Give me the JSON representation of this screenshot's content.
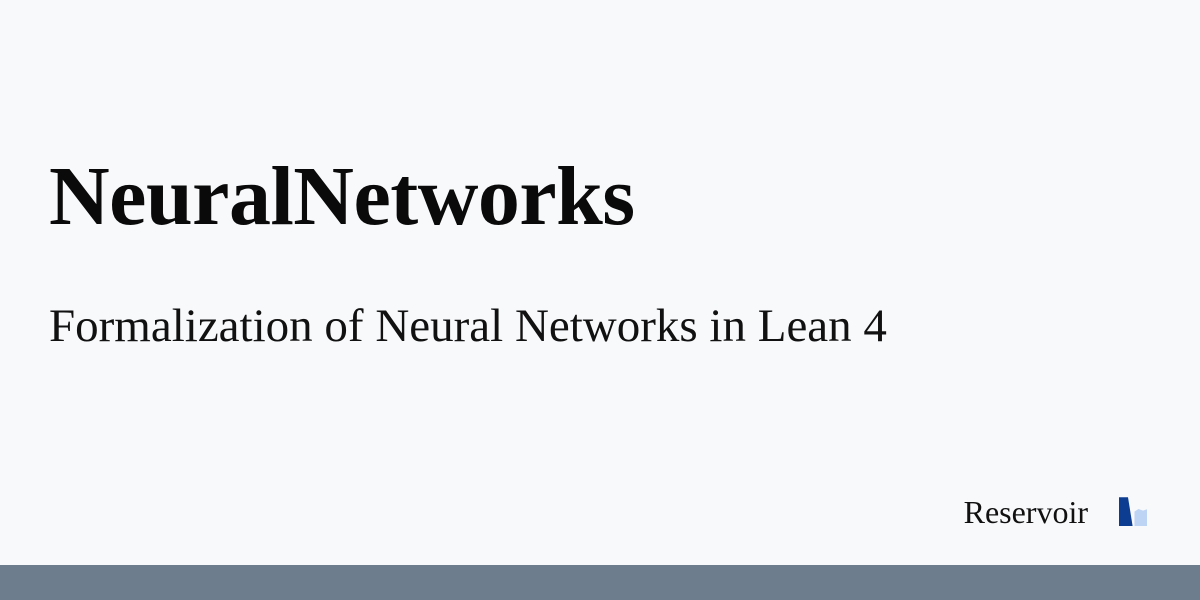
{
  "card": {
    "background_color": "#f8f9fb",
    "title": "NeuralNetworks",
    "description": "Formalization of Neural Networks in Lean 4"
  },
  "branding": {
    "name": "Reservoir",
    "logo_icon": "reservoir-logo-icon",
    "logo_primary_color": "#0d3d91",
    "logo_secondary_color": "#bdd4f5"
  },
  "footer": {
    "bar_color": "#6e7d8e"
  }
}
